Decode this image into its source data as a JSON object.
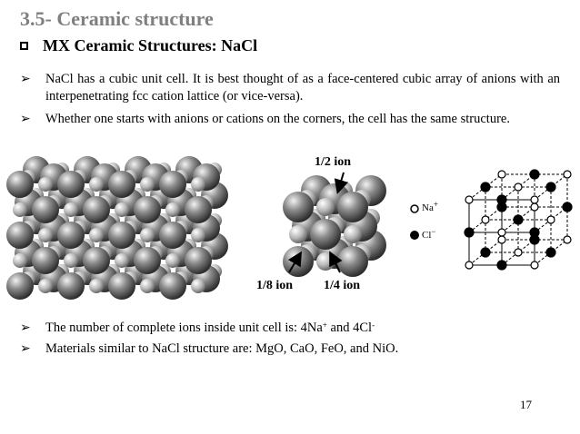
{
  "slide": {
    "title": "3.5-  Ceramic structure",
    "subheading": "MX Ceramic Structures: NaCl",
    "bullets": [
      "NaCl has a cubic unit cell. It is best thought of as a face-centered cubic array of anions with an interpenetrating fcc cation lattice (or vice-versa).",
      "Whether one starts with anions or cations on the corners, the cell has the same structure."
    ],
    "bullet3": {
      "text": "The number of complete ions inside unit cell is: 4Na",
      "sup1": "+",
      "mid": " and 4Cl",
      "sup2": "-"
    },
    "bullet4": "Materials similar to NaCl structure are: MgO, CaO, FeO, and NiO.",
    "page_number": "17"
  },
  "figure": {
    "labels": {
      "half": "1/2 ion",
      "eighth": "1/8 ion",
      "quarter": "1/4 ion"
    },
    "legend": {
      "na_label": "Na",
      "na_sup": "+",
      "cl_label": "Cl",
      "cl_sup": "−"
    }
  },
  "colors": {
    "title": "#7f7f7f",
    "large_ion": "#666666",
    "small_ion": "#bbbbbb"
  },
  "icons": {
    "subhead_bullet": "hollow-square-icon",
    "list_bullet": "arrowhead-icon"
  }
}
